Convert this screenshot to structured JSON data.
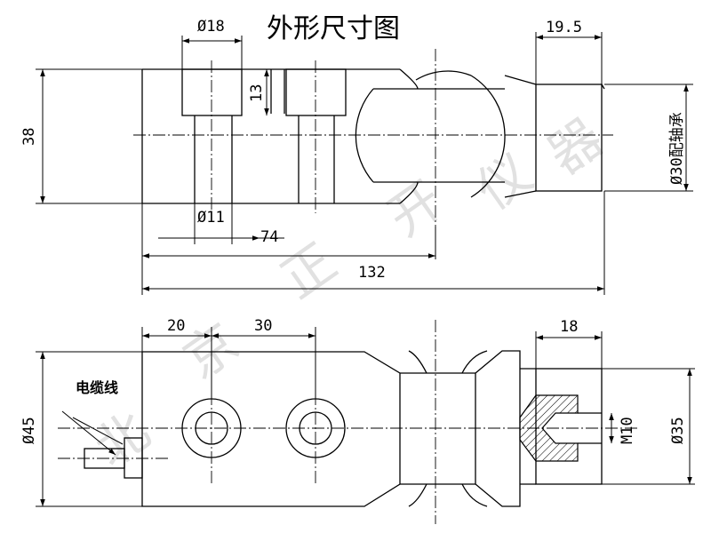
{
  "title": "外形尺寸图",
  "watermark": [
    "北",
    "京",
    "正",
    "开",
    "仪",
    "器"
  ],
  "top_view": {
    "dia_top": "Ø18",
    "depth": "13",
    "height": "38",
    "dia_hole": "Ø11",
    "spacing": "74",
    "length": "132",
    "bearing_len": "19.5",
    "bearing_dia": "Ø30配轴承"
  },
  "bottom_view": {
    "dim_a": "20",
    "dim_b": "30",
    "width": "Ø45",
    "cable": "电缆线",
    "nut_len": "18",
    "thread": "M10",
    "nut_dia": "Ø35"
  }
}
